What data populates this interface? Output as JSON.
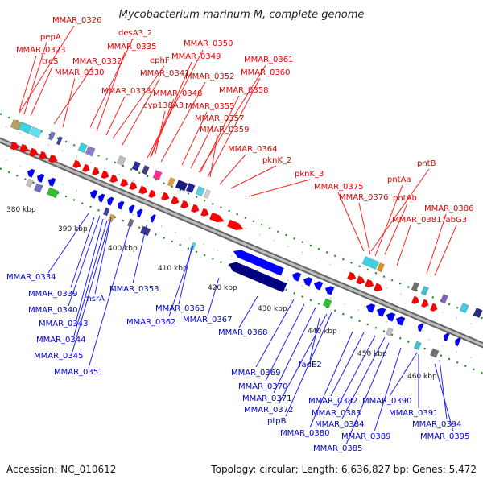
{
  "title": "Mycobacterium marinum M, complete genome",
  "footer": {
    "accession": "Accession: NC_010612",
    "topology": "Topology: circular; Length: 6,636,827 bp; Genes: 5,472"
  },
  "colors": {
    "forward": "#ff0000",
    "reverse": "#0000ff",
    "label_top": "#e00000",
    "label_bottom": "#0000cc",
    "backbone": "#888888",
    "tick": "#1a8a1a"
  },
  "kbp_labels": [
    "380 kbp",
    "390 kbp",
    "400 kbp",
    "410 kbp",
    "420 kbp",
    "430 kbp",
    "440 kbp",
    "450 kbp",
    "460 kbp"
  ],
  "top_labels": [
    "MMAR_0326",
    "desA3_2",
    "pepA",
    "MMAR_0335",
    "MMAR_0350",
    "MMAR_0323",
    "ephF",
    "MMAR_0349",
    "MMAR_0361",
    "treS",
    "MMAR_0332",
    "MMAR_0330",
    "MMAR_0341",
    "MMAR_0352",
    "MMAR_0360",
    "MMAR_0338",
    "MMAR_0348",
    "MMAR_0358",
    "cyp138A3",
    "MMAR_0355",
    "MMAR_0357",
    "MMAR_0359",
    "MMAR_0364",
    "pknK_2",
    "pknK_3",
    "pntB",
    "MMAR_0375",
    "pntAa",
    "MMAR_0376",
    "pntAb",
    "MMAR_0386",
    "MMAR_0381",
    "fabG3"
  ],
  "bottom_labels": [
    "MMAR_0334",
    "MMAR_0339",
    "MMAR_0340",
    "msrA",
    "MMAR_0343",
    "MMAR_0344",
    "MMAR_0345",
    "MMAR_0351",
    "MMAR_0353",
    "MMAR_0363",
    "MMAR_0362",
    "MMAR_0367",
    "MMAR_0368",
    "fadE2",
    "MMAR_0369",
    "MMAR_0370",
    "MMAR_0371",
    "MMAR_0372",
    "ptpB",
    "MMAR_0380",
    "MMAR_0382",
    "MMAR_0383",
    "MMAR_0384",
    "MMAR_0385",
    "MMAR_0389",
    "MMAR_0390",
    "MMAR_0391",
    "MMAR_0394",
    "MMAR_0395"
  ]
}
